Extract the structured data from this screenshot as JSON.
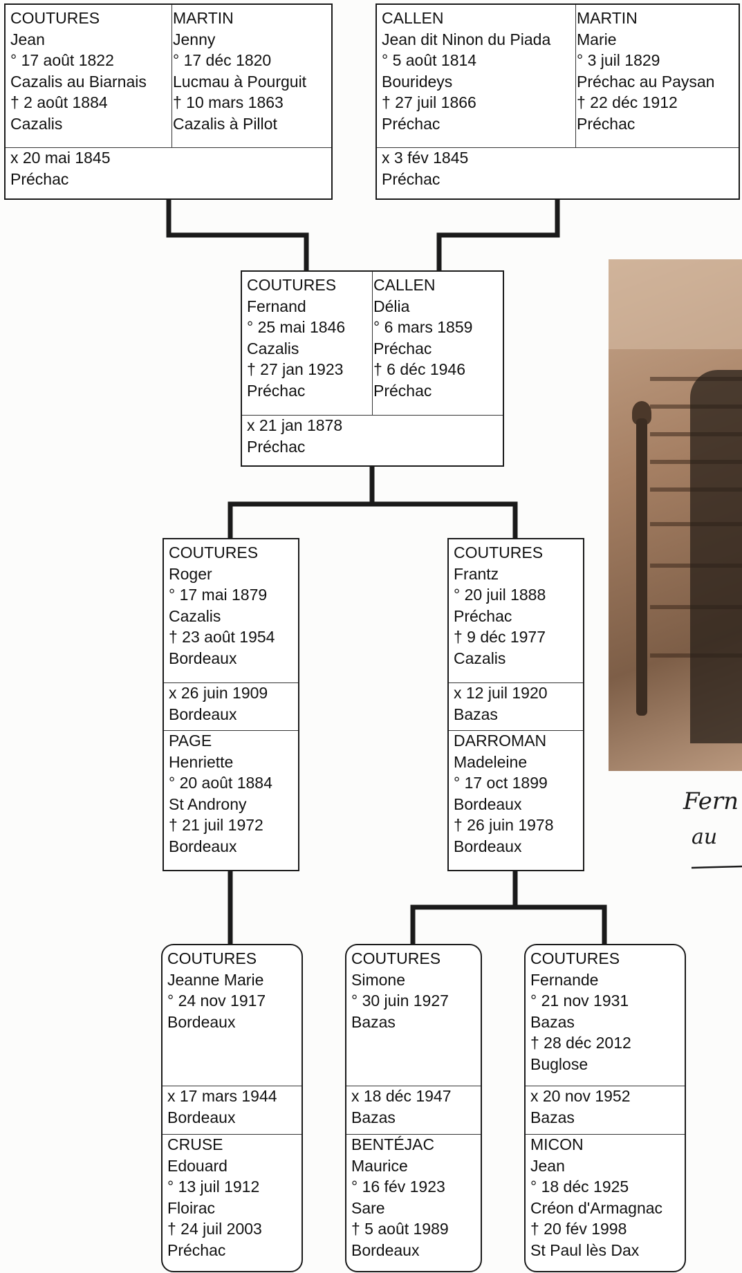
{
  "boxes": {
    "gp_paternal": {
      "left_person": [
        "COUTURES",
        "Jean",
        "° 17 août 1822",
        "Cazalis au Biarnais",
        "† 2 août 1884",
        "Cazalis"
      ],
      "right_person": [
        "MARTIN",
        "Jenny",
        "° 17 déc 1820",
        "Lucmau à Pourguit",
        "† 10 mars 1863",
        "Cazalis à Pillot"
      ],
      "marriage": [
        "x 20 mai 1845",
        "Préchac"
      ]
    },
    "gp_maternal": {
      "left_person": [
        "CALLEN",
        "Jean dit Ninon du Piada",
        "° 5 août 1814",
        "Bourideys",
        "† 27 juil 1866",
        "Préchac"
      ],
      "right_person": [
        "MARTIN",
        "Marie",
        "° 3 juil 1829",
        "Préchac au Paysan",
        "† 22 déc 1912",
        "Préchac"
      ],
      "marriage": [
        "x 3 fév 1845",
        "Préchac"
      ]
    },
    "parents": {
      "left_person": [
        "COUTURES",
        "Fernand",
        "° 25 mai 1846",
        "Cazalis",
        "† 27 jan 1923",
        "Préchac"
      ],
      "right_person": [
        "CALLEN",
        "Délia",
        "° 6 mars 1859",
        "Préchac",
        "† 6 déc 1946",
        "Préchac"
      ],
      "marriage": [
        "x 21 jan 1878",
        "Préchac"
      ]
    },
    "roger": {
      "person": [
        "COUTURES",
        "Roger",
        "° 17 mai 1879",
        "Cazalis",
        "† 23 août 1954",
        "Bordeaux"
      ],
      "marriage": [
        "x 26 juin 1909",
        "Bordeaux"
      ],
      "spouse": [
        "PAGE",
        "Henriette",
        "° 20 août 1884",
        "St Androny",
        "† 21 juil 1972",
        "Bordeaux"
      ]
    },
    "frantz": {
      "person": [
        "COUTURES",
        "Frantz",
        "° 20 juil 1888",
        "Préchac",
        "† 9 déc 1977",
        "Cazalis"
      ],
      "marriage": [
        "x 12 juil 1920",
        "Bazas"
      ],
      "spouse": [
        "DARROMAN",
        "Madeleine",
        "° 17 oct 1899",
        "Bordeaux",
        "† 26 juin 1978",
        "Bordeaux"
      ]
    },
    "jeanne": {
      "person": [
        "COUTURES",
        "Jeanne Marie",
        "° 24 nov 1917",
        "Bordeaux"
      ],
      "marriage": [
        "x 17 mars 1944",
        "Bordeaux"
      ],
      "spouse": [
        "CRUSE",
        "Edouard",
        "° 13 juil 1912",
        "Floirac",
        "† 24 juil 2003",
        "Préchac"
      ]
    },
    "simone": {
      "person": [
        "COUTURES",
        "Simone",
        "° 30 juin 1927",
        "Bazas"
      ],
      "marriage": [
        "x 18 déc 1947",
        "Bazas"
      ],
      "spouse": [
        "BENTÉJAC",
        "Maurice",
        "° 16 fév 1923",
        "Sare",
        "† 5 août 1989",
        "Bordeaux"
      ]
    },
    "fernande": {
      "person": [
        "COUTURES",
        "Fernande",
        "° 21 nov 1931",
        "Bazas",
        "† 28 déc 2012",
        "Buglose"
      ],
      "marriage": [
        "x 20 nov 1952",
        "Bazas"
      ],
      "spouse": [
        "MICON",
        "Jean",
        "° 18 déc 1925",
        "Créon d'Armagnac",
        "† 20 fév 1998",
        "St Paul lès Dax"
      ]
    }
  },
  "signature": [
    "Fern",
    "au"
  ],
  "colors": {
    "line": "#1a1a1a",
    "box_border": "#1a1a1a",
    "photo": "#a57f63"
  }
}
